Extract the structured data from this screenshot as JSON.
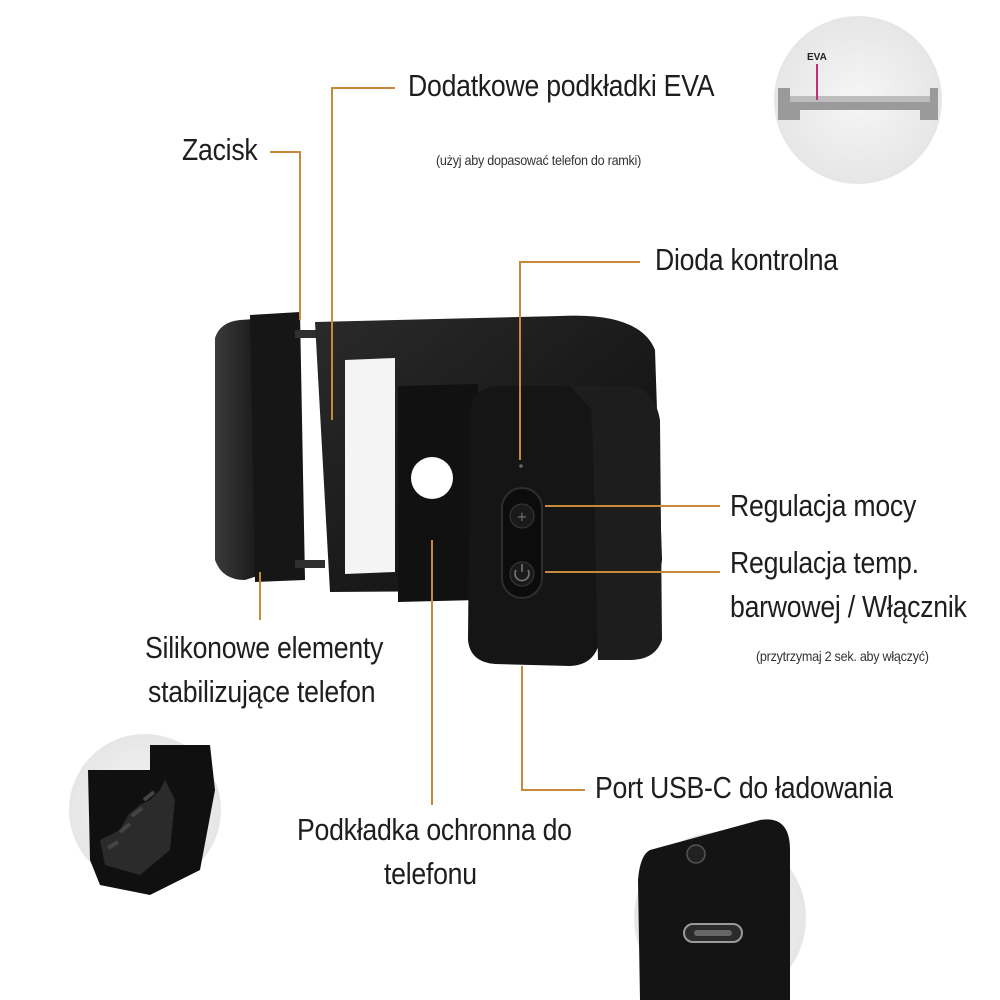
{
  "callouts": {
    "eva_pads": "Dodatkowe podkładki EVA",
    "eva_note": "(użyj aby dopasować telefon do ramki)",
    "clamp": "Zacisk",
    "led": "Dioda kontrolna",
    "power_adjust": "Regulacja mocy",
    "color_temp_line1": "Regulacja temp.",
    "color_temp_line2": "barwowej / Włącznik",
    "color_temp_note": "(przytrzymaj 2 sek. aby włączyć)",
    "silicone_line1": "Silikonowe elementy",
    "silicone_line2": "stabilizujące telefon",
    "usb_port": "Port USB-C do ładowania",
    "pad_line1": "Podkładka ochronna do",
    "pad_line2": "telefonu"
  },
  "inset_eva_label": "EVA",
  "colors": {
    "leader_line": "#c8893a",
    "device_body": "#141414",
    "inset_bg": "#eeeeee",
    "eva_marker": "#c0307a"
  }
}
